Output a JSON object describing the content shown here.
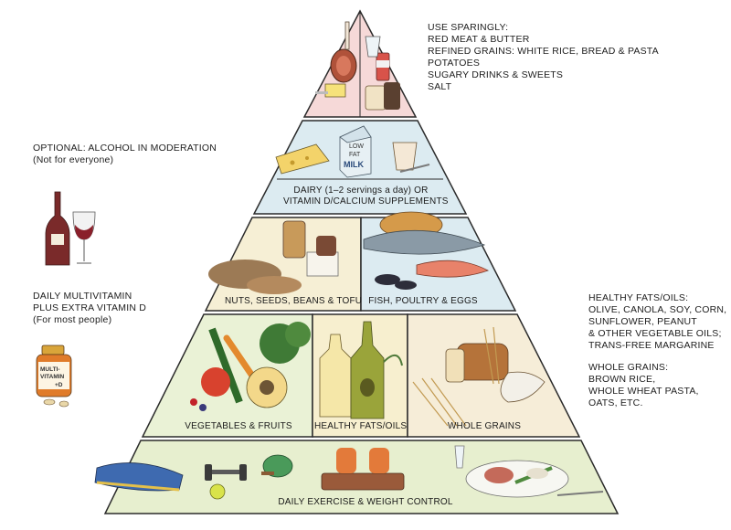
{
  "colors": {
    "top_tier": "#f6d9d8",
    "dairy_tier": "#dcebf1",
    "nuts_tier": "#f6efd5",
    "fish_tier": "#dcebf1",
    "veg_tier": "#eaf2d6",
    "fats_tier": "#f7efcf",
    "grains_tier": "#f6edd8",
    "exercise_tier": "#e7efcf",
    "outline": "#2b2b2b"
  },
  "notes": {
    "sparingly": {
      "heading": "USE SPARINGLY:",
      "items": [
        "RED MEAT & BUTTER",
        "REFINED GRAINS: WHITE RICE, BREAD & PASTA",
        "POTATOES",
        "SUGARY DRINKS & SWEETS",
        "SALT"
      ]
    },
    "alcohol": {
      "line1": "OPTIONAL: ALCOHOL IN MODERATION",
      "line2": "(Not for everyone)"
    },
    "multivitamin": {
      "line1": "DAILY MULTIVITAMIN",
      "line2": "PLUS EXTRA VITAMIN D",
      "line3": "(For most people)"
    },
    "fats": {
      "heading": "HEALTHY FATS/OILS:",
      "items": [
        "OLIVE, CANOLA, SOY, CORN,",
        "SUNFLOWER, PEANUT",
        "& OTHER VEGETABLE OILS;",
        "TRANS-FREE MARGARINE"
      ]
    },
    "grains": {
      "heading": "WHOLE GRAINS:",
      "items": [
        "BROWN RICE,",
        "WHOLE WHEAT PASTA,",
        "OATS, ETC."
      ]
    }
  },
  "tiers": {
    "dairy_line1": "DAIRY (1–2 servings a day) OR",
    "dairy_line2": "VITAMIN D/CALCIUM SUPPLEMENTS",
    "nuts": "NUTS, SEEDS, BEANS & TOFU",
    "fish": "FISH, POULTRY & EGGS",
    "veg": "VEGETABLES & FRUITS",
    "fats": "HEALTHY FATS/OILS",
    "grains": "WHOLE GRAINS",
    "exercise": "DAILY EXERCISE & WEIGHT CONTROL"
  },
  "illustrations": {
    "milk_carton_line1": "LOW",
    "milk_carton_line2": "FAT",
    "milk_carton_line3": "MILK",
    "vitamin_bottle_line1": "MULTI-",
    "vitamin_bottle_line2": "VITAMIN",
    "vitamin_bottle_line3": "+D"
  }
}
